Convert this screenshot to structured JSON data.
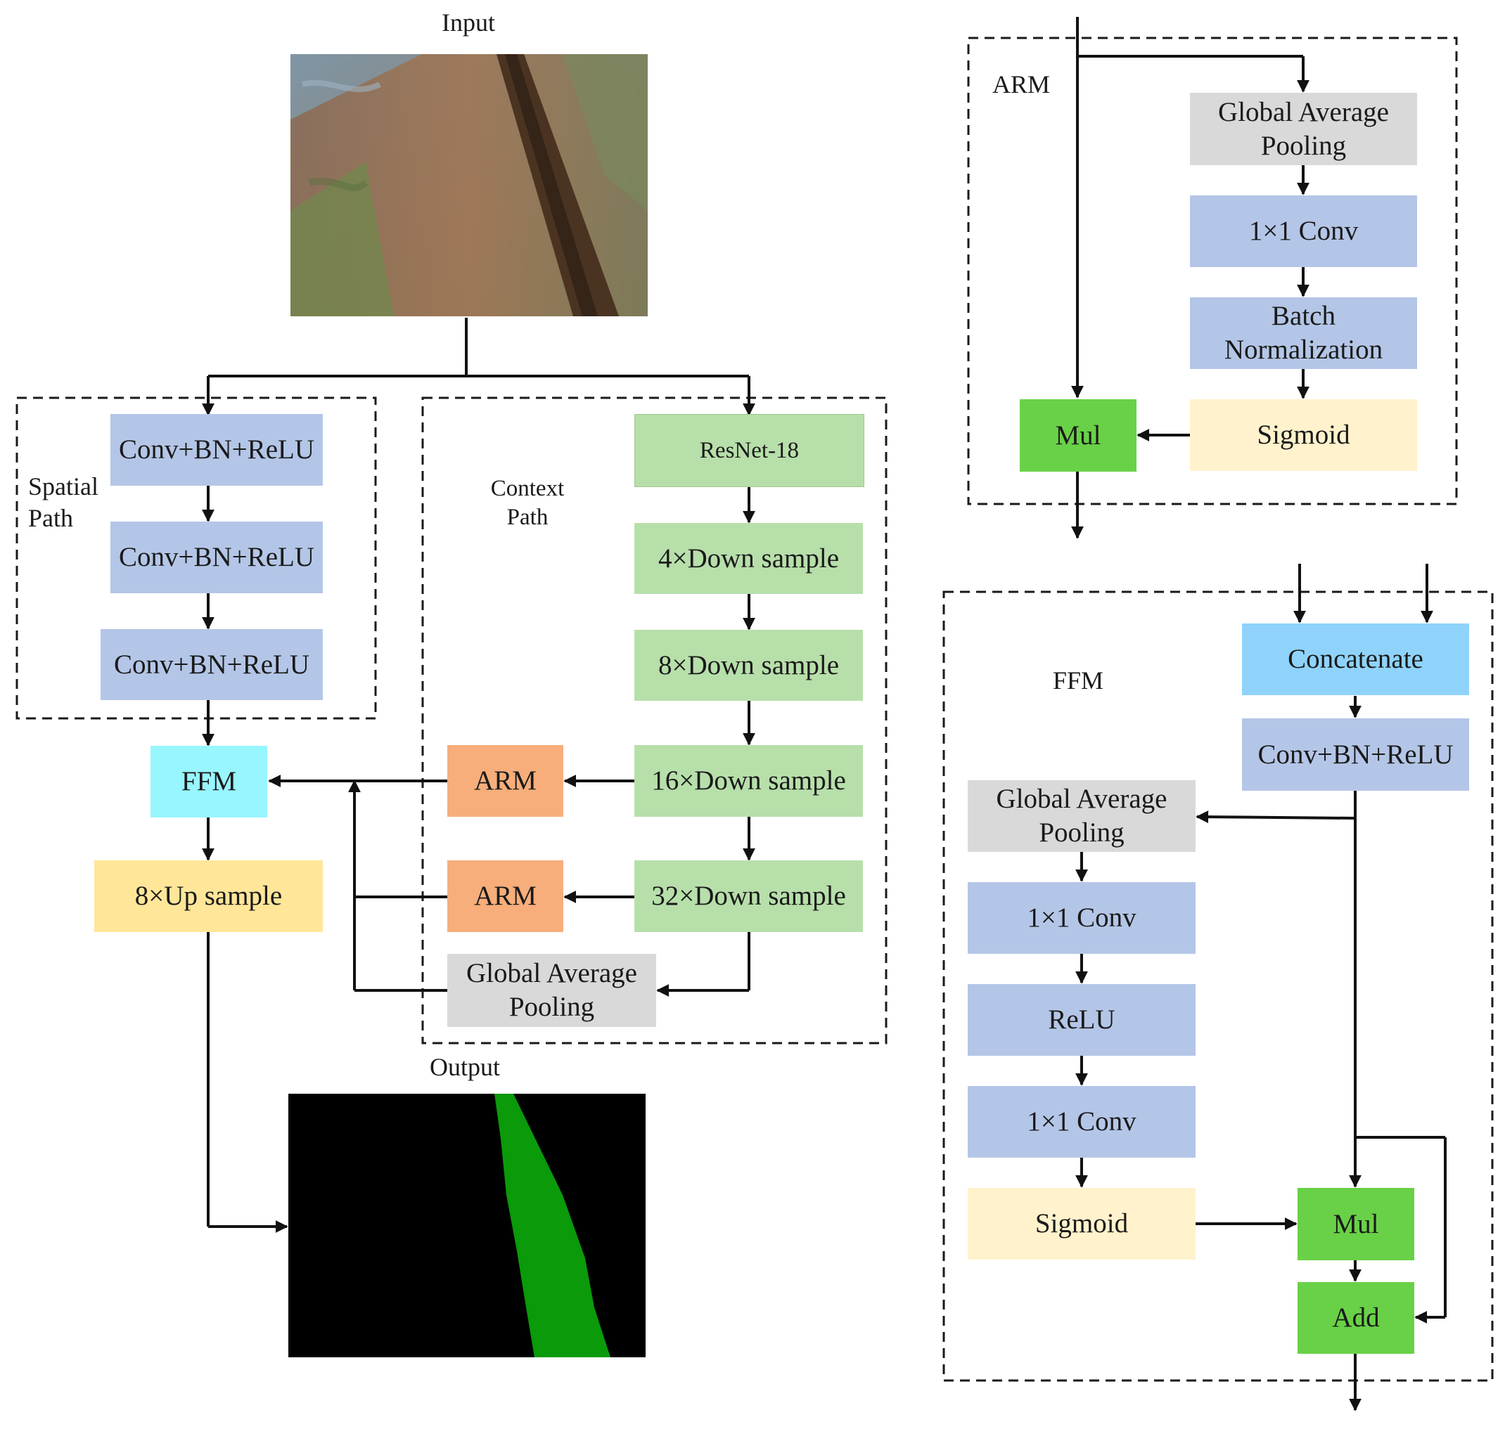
{
  "colors": {
    "conv_blue": "#b4c6e7",
    "context_green": "#b7dfaa",
    "pooling_gray": "#d9d9d9",
    "arm_orange": "#f7ae7b",
    "upsample_yellow": "#ffe699",
    "sigmoid_cream": "#fff2cc",
    "ffm_cyan": "#98f6ff",
    "concat_blue": "#8fd3fb",
    "mul_green": "#69d147",
    "mask_green": "#0a9a0a"
  },
  "main": {
    "input_label": "Input",
    "output_label": "Output",
    "spatial_path_label": "Spatial\nPath",
    "context_path_label": "Context\nPath",
    "spatial_blocks": [
      "Conv+BN+ReLU",
      "Conv+BN+ReLU",
      "Conv+BN+ReLU"
    ],
    "ffm": "FFM",
    "upsample": "8×Up sample",
    "context_blocks": [
      "ResNet-18",
      "4×Down sample",
      "8×Down sample",
      "16×Down sample",
      "32×Down sample"
    ],
    "arm_1": "ARM",
    "arm_2": "ARM",
    "global_pool": "Global Average\nPooling"
  },
  "arm_module": {
    "title": "ARM",
    "blocks": [
      "Global Average\nPooling",
      "1×1 Conv",
      "Batch\nNormalization",
      "Sigmoid"
    ],
    "mul": "Mul"
  },
  "ffm_module": {
    "title": "FFM",
    "concatenate": "Concatenate",
    "conv": "Conv+BN+ReLU",
    "blocks": [
      "Global Average\nPooling",
      "1×1 Conv",
      "ReLU",
      "1×1 Conv",
      "Sigmoid"
    ],
    "mul": "Mul",
    "add": "Add"
  }
}
